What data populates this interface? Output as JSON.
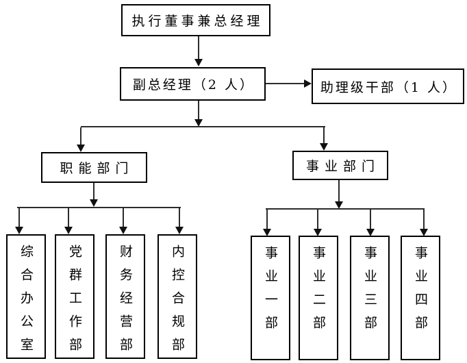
{
  "org_chart": {
    "root": {
      "label": "执行董事兼总经理"
    },
    "level2": {
      "deputy": {
        "label": "副总经理（2 人）"
      },
      "assistant": {
        "label": "助理级干部（1 人）"
      }
    },
    "level3": {
      "functional": {
        "label": "职能部门"
      },
      "business": {
        "label": "事业部门"
      }
    },
    "functional_departments": [
      {
        "label": "综合办公室"
      },
      {
        "label": "党群工作部"
      },
      {
        "label": "财务经营部"
      },
      {
        "label": "内控合规部"
      }
    ],
    "business_departments": [
      {
        "label": "事业一部"
      },
      {
        "label": "事业二部"
      },
      {
        "label": "事业三部"
      },
      {
        "label": "事业四部"
      }
    ],
    "colors": {
      "background": "#ffffff",
      "box_border": "#000000",
      "text": "#000000",
      "connector_line": "#2b2b2b"
    }
  }
}
